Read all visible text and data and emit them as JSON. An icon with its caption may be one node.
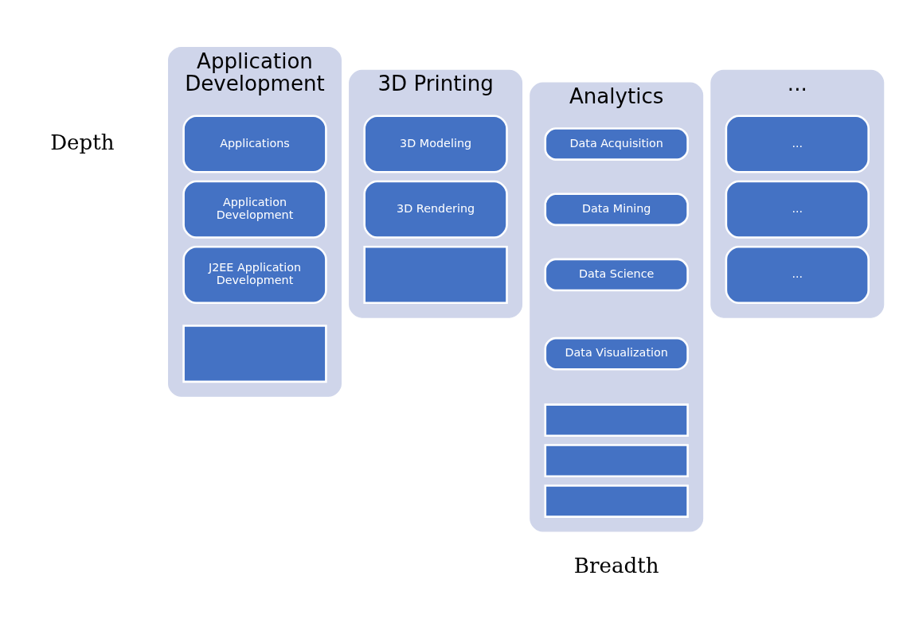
{
  "diagram": {
    "nodes": [
      {
        "text": [
          "Application Development"
        ]
      },
      {
        "text": [
          "Applications"
        ],
        "in": 0
      },
      {
        "text": [
          "Application Development"
        ],
        "in": 0
      },
      {
        "text": [
          "J2EE Application Development"
        ],
        "in": 0
      },
      {
        "text": [],
        "shape": "box",
        "in": 0
      },
      {
        "text": [
          "3D Printing"
        ]
      },
      {
        "text": [
          "3D Modeling"
        ],
        "in": 5
      },
      {
        "text": [
          "3D Rendering"
        ],
        "in": 5
      },
      {
        "text": [],
        "shape": "box",
        "in": 5
      },
      {
        "text": [
          "Analytics"
        ]
      },
      {
        "text": [
          "Data Acquisition"
        ],
        "in": 9
      },
      {
        "text": [
          "Data Mining"
        ],
        "in": 9
      },
      {
        "text": [
          "Data Science"
        ],
        "in": 9
      },
      {
        "text": [
          "Data Visualization"
        ],
        "in": 9
      },
      {
        "text": [],
        "shape": "box",
        "in": 9
      },
      {
        "text": [],
        "shape": "box",
        "in": 9
      },
      {
        "text": [],
        "shape": "box",
        "in": 9
      },
      {
        "text": [
          "..."
        ]
      },
      {
        "text": [
          "..."
        ],
        "in": 17
      },
      {
        "text": [
          "..."
        ],
        "in": 17
      },
      {
        "text": [
          "..."
        ],
        "in": 17
      }
    ],
    "edges": [],
    "labels": [
      "Depth",
      "Breadth"
    ]
  }
}
